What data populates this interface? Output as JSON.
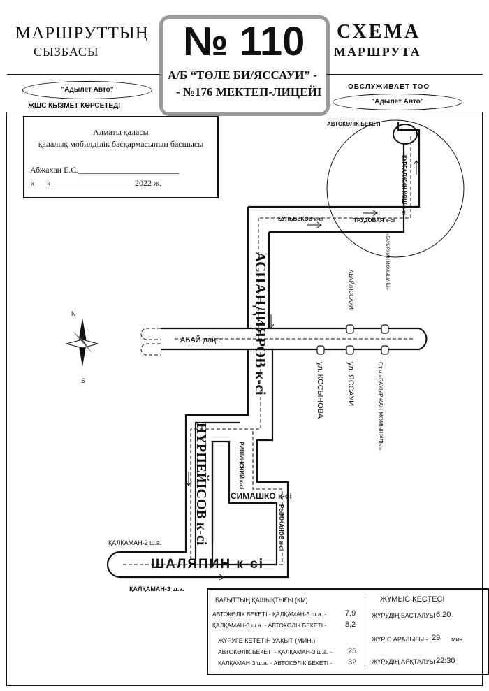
{
  "header": {
    "left_line1": "МАРШРУТТЫҢ",
    "left_line2": "СЫЗБАСЫ",
    "right_line1": "СХЕМА",
    "right_line2": "МАРШРУТА",
    "route_number": "№ 110",
    "route_name_line1": "А/Б “ТӨЛЕ БИ/ЯССАУИ” -",
    "route_name_line2": "- №176 МЕКТЕП-ЛИЦЕЙІ",
    "operator_left": "\"Адылет Авто\"",
    "service_left": "ЖШС ҚЫЗМЕТ КӨРСЕТЕДІ",
    "service_right": "ОБСЛУЖИВАЕТ ТОО",
    "operator_right": "\"Адылет Авто\""
  },
  "approval": {
    "line1": "Алматы қаласы",
    "line2": "қалалық мобилділік басқармасының басшысы",
    "signer": "Абжахан Е.С.________________________",
    "date": "«___»____________________2022 ж."
  },
  "map": {
    "depot": "АВТОКӨЛІК БЕКЕТІ",
    "kurgalzhin": "КҮРГАЛЖИН КӨШ к-сі",
    "bulgakov": "БУЛЬБЕКОВ к-сі",
    "trudovaya": "ТРУДОВАЯ к-сі",
    "baurzhan_vert": "«БАУЫРЖАН МОМЫШҰЛЫ»",
    "abai_yassaui": "АБАЙ/ЯССАУИ",
    "aspandiyarov": "АСПАНДИЯРОВ к-сі",
    "abai": "АБАЙ даңғ.",
    "kosbynova": "ул. КОСЫНОВА",
    "yassaui": "ул. ЯССАУИ",
    "baurzhan": "Ст.м «БАУЫРЖАН МОМЫШҰЛЫ»",
    "nurpeisov": "НҰРПЕЙІСОВ к-сі",
    "rishinsky": "РИШИНСКИЙ к-сі",
    "simashko": "СИМАШКО к-сі",
    "rymzhanov": "РЫМЖАНОВ к-сі",
    "shalyapin": "ШАЛЯПИН к-сі",
    "kalkaman2": "ҚАЛҚАМАН-2 ш.а.",
    "kalkaman3": "ҚАЛҚАМАН-3 ш.а.",
    "compass_n": "N",
    "compass_s": "S"
  },
  "legend": {
    "distance_title": "БАҒЫТТЫҢ ҚАШЫҚТЫҒЫ (КМ)",
    "dist1_label": "АВТОКӨЛІК БЕКЕТІ - ҚАЛҚАМАН-3 ш.а. -",
    "dist1_value": "7,9",
    "dist2_label": "ҚАЛҚАМАН-3 ш.а. - АВТОКӨЛІК БЕКЕТІ -",
    "dist2_value": "8,2",
    "time_title": "ЖҮРУГЕ КЕТЕТІН УАҚЫТ (МИН.)",
    "time1_label": "АВТОКӨЛІК БЕКЕТІ - ҚАЛҚАМАН-3 ш.а. -",
    "time1_value": "25",
    "time2_label": "ҚАЛҚАМАН-3 ш.а. - АВТОКӨЛІК БЕКЕТІ -",
    "time2_value": "32",
    "schedule_title": "ЖҰМЫС КЕСТЕСІ",
    "start_label": "ЖҮРУДІҢ БАСТАЛУЫ -",
    "start_value": "6:20",
    "interval_label": "ЖҮРІС АРАЛЫҒЫ -",
    "interval_value": "29",
    "interval_unit": "мин.",
    "end_label": "ЖҮРУДІҢ АЯҚТАЛУЫ -",
    "end_value": "22:30"
  }
}
